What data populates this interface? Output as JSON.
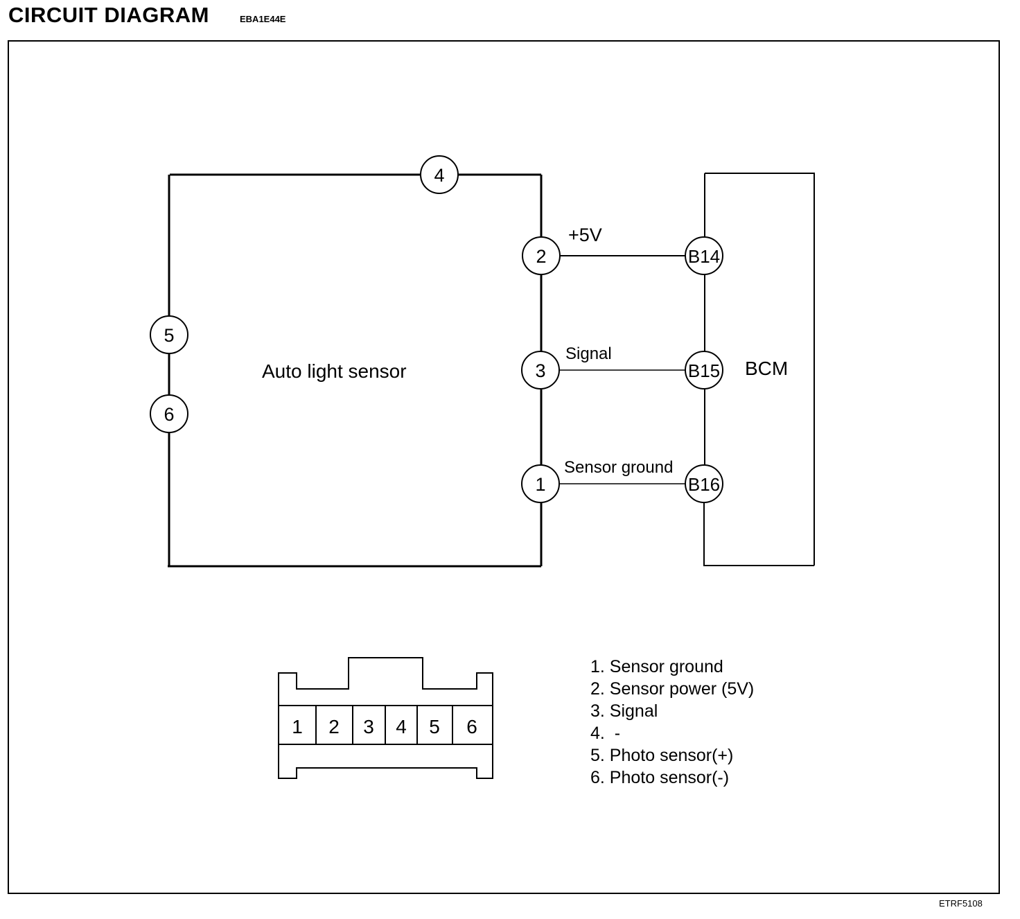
{
  "header": {
    "title": "CIRCUIT  DIAGRAM",
    "code": "EBA1E44E"
  },
  "footer": {
    "code": "ETRF5108"
  },
  "components": {
    "sensor": {
      "name": "Auto light sensor"
    },
    "bcm": {
      "name": "BCM"
    }
  },
  "pins": {
    "p1": "1",
    "p2": "2",
    "p3": "3",
    "p4": "4",
    "p5": "5",
    "p6": "6",
    "b14": "B14",
    "b15": "B15",
    "b16": "B16"
  },
  "wires": {
    "power": "+5V",
    "signal": "Signal",
    "ground": "Sensor ground"
  },
  "connector": {
    "cells": [
      "1",
      "2",
      "3",
      "4",
      "5",
      "6"
    ]
  },
  "legend": [
    "1. Sensor ground",
    "2. Sensor power (5V)",
    "3. Signal",
    "4.  -",
    "5. Photo sensor(+)",
    "6. Photo sensor(-)"
  ]
}
